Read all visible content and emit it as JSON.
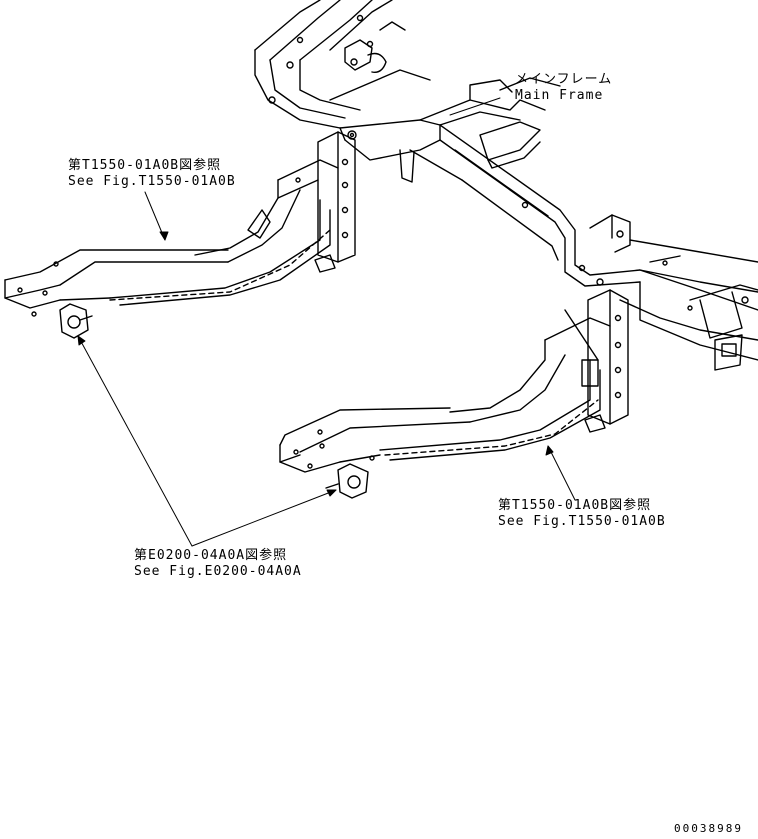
{
  "callouts": {
    "main_frame": {
      "ja": "メインフレーム",
      "en": "Main Frame"
    },
    "left_arm": {
      "ja": "第T1550-01A0B図参照",
      "en": "See Fig.T1550-01A0B"
    },
    "right_arm": {
      "ja": "第T1550-01A0B図参照",
      "en": "See Fig.T1550-01A0B"
    },
    "mounts": {
      "ja": "第E0200-04A0A図参照",
      "en": "See Fig.E0200-04A0A"
    }
  },
  "footer": {
    "drawing_number": "00038989"
  }
}
